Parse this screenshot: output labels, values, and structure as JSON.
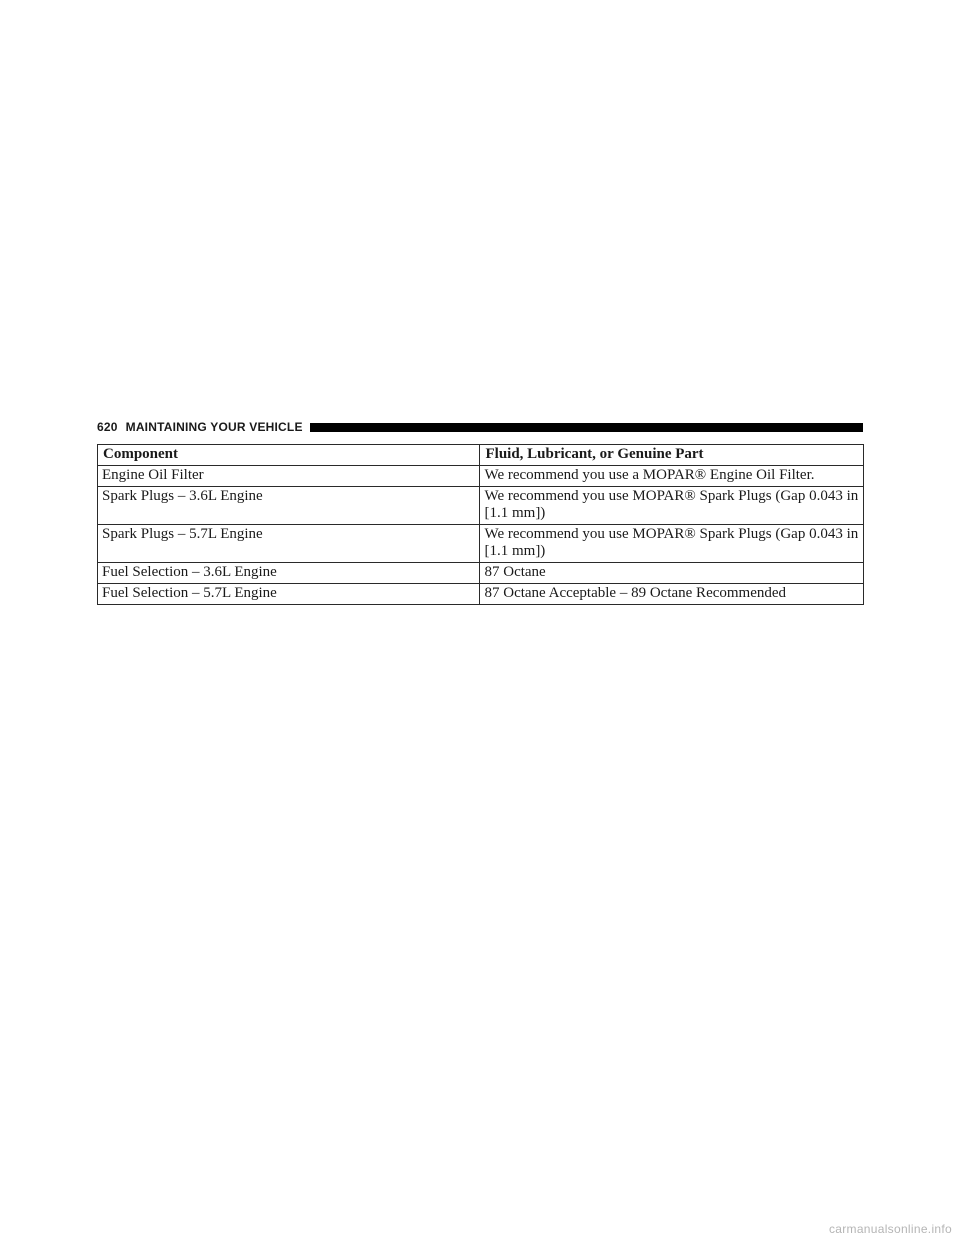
{
  "header": {
    "page_number": "620",
    "section_title": "MAINTAINING YOUR VEHICLE"
  },
  "table": {
    "columns": [
      "Component",
      "Fluid, Lubricant, or Genuine Part"
    ],
    "rows": [
      {
        "component": "Engine Oil Filter",
        "part": "We recommend you use a MOPAR® Engine Oil Filter."
      },
      {
        "component": "Spark Plugs – 3.6L Engine",
        "part": "We recommend you use MOPAR® Spark Plugs (Gap 0.043 in [1.1 mm])"
      },
      {
        "component": "Spark Plugs – 5.7L Engine",
        "part": "We recommend you use MOPAR® Spark Plugs (Gap 0.043 in [1.1 mm])"
      },
      {
        "component": "Fuel Selection – 3.6L Engine",
        "part": "87 Octane"
      },
      {
        "component": "Fuel Selection – 5.7L Engine",
        "part": "87 Octane Acceptable – 89 Octane Recommended"
      }
    ]
  },
  "watermark": "carmanualsonline.info"
}
